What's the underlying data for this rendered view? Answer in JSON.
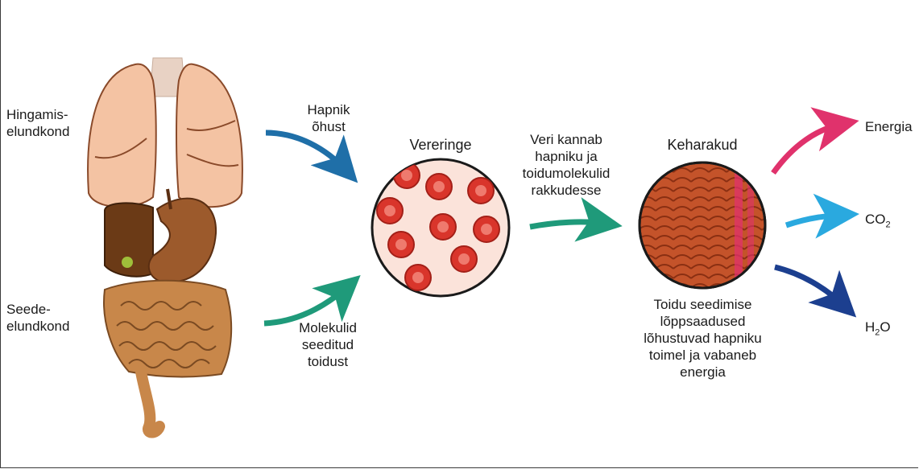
{
  "systems": {
    "respiratory": "Hingamis-\nelundkond",
    "digestive": "Seede-\nelundkond"
  },
  "inputs": {
    "oxygen": "Hapnik\nõhust",
    "molecules": "Molekulid\nseeditud\ntoidust"
  },
  "circulation": {
    "title": "Vereringe",
    "transport": "Veri kannab\nhapniku ja\ntoidumolekulid\nrakkudesse"
  },
  "cells": {
    "title": "Keharakud",
    "description": "Toidu seedimise\nlõppsaadused\nlõhustuvad hapniku\ntoimel ja vabaneb\nenergia"
  },
  "outputs": {
    "energy": "Energia",
    "co2_main": "CO",
    "co2_sub": "2",
    "h2o_h": "H",
    "h2o_sub": "2",
    "h2o_o": "O"
  },
  "colors": {
    "blue_arrow": "#1f6fa8",
    "green_arrow": "#1f9a7a",
    "pink_arrow": "#e0326c",
    "cyan_arrow": "#2aa9df",
    "navy_arrow": "#1c3f8f",
    "lung": "#f4c3a3",
    "blood_cell": "#d9352b",
    "muscle": "#c95a2a"
  }
}
